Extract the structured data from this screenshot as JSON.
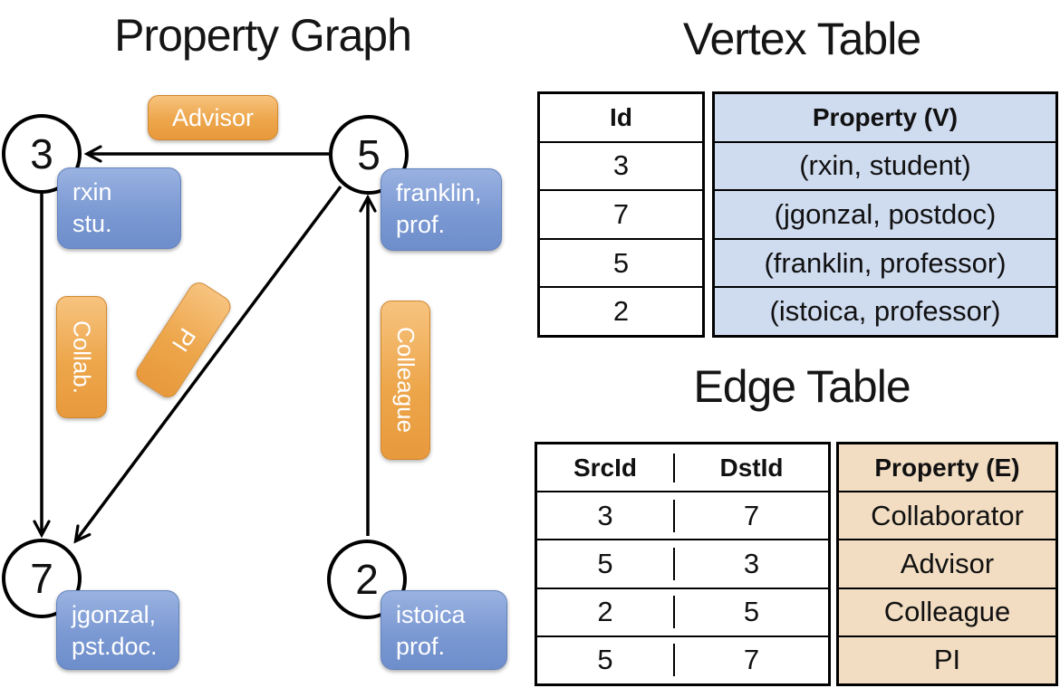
{
  "graph": {
    "title": "Property Graph",
    "vertices": [
      {
        "id": "3",
        "line1": "rxin",
        "line2": "stu."
      },
      {
        "id": "5",
        "line1": "franklin,",
        "line2": "prof."
      },
      {
        "id": "7",
        "line1": "jgonzal,",
        "line2": "pst.doc."
      },
      {
        "id": "2",
        "line1": "istoica",
        "line2": "prof."
      }
    ],
    "edge_labels": [
      {
        "label": "Advisor"
      },
      {
        "label": "Collab."
      },
      {
        "label": "PI"
      },
      {
        "label": "Colleague"
      }
    ]
  },
  "vertex_table": {
    "title": "Vertex Table",
    "col_id": "Id",
    "col_property": "Property (V)",
    "rows": [
      {
        "id": "3",
        "property": "(rxin, student)"
      },
      {
        "id": "7",
        "property": "(jgonzal, postdoc)"
      },
      {
        "id": "5",
        "property": "(franklin, professor)"
      },
      {
        "id": "2",
        "property": "(istoica, professor)"
      }
    ]
  },
  "edge_table": {
    "title": "Edge Table",
    "col_src": "SrcId",
    "col_dst": "DstId",
    "col_property": "Property (E)",
    "rows": [
      {
        "src": "3",
        "dst": "7",
        "property": "Collaborator"
      },
      {
        "src": "5",
        "dst": "3",
        "property": "Advisor"
      },
      {
        "src": "2",
        "dst": "5",
        "property": "Colleague"
      },
      {
        "src": "5",
        "dst": "7",
        "property": "PI"
      }
    ]
  },
  "colors": {
    "edge_label_orange": "#efa64b",
    "vertex_label_blue": "#7b99d3",
    "vertex_table_fill": "#cfdbef",
    "edge_table_fill": "#f2ddc2",
    "line_black": "#000000"
  }
}
